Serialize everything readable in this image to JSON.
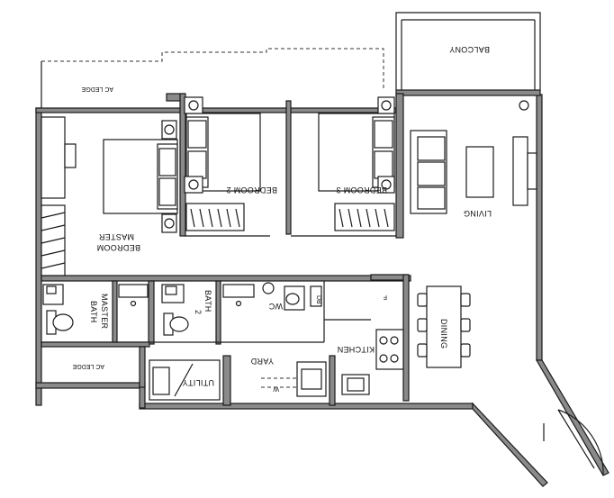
{
  "plan": {
    "rooms": {
      "balcony": "BALCONY",
      "ac_ledge_top": "AC LEDGE",
      "master_bedroom_line1": "MASTER",
      "master_bedroom_line2": "BEDROOM",
      "bedroom2": "BEDROOM 2",
      "bedroom3": "BEDROOM 3",
      "living": "LIVING",
      "dining": "DINING",
      "master_bath_line1": "MASTER",
      "master_bath_line2": "BATH",
      "bath2_line1": "BATH",
      "bath2_line2": "2",
      "wc": "WC",
      "db": "DB",
      "f": "F",
      "kitchen": "KITCHEN",
      "yard": "YARD",
      "utility": "UTILITY",
      "ac_ledge_bottom": "AC LEDGE",
      "w": "W"
    },
    "icons": [
      "door-swing-icon",
      "bed-icon",
      "sofa-icon",
      "dining-table-icon",
      "toilet-icon",
      "basin-icon",
      "stove-icon",
      "sink-icon",
      "wardrobe-icon"
    ]
  }
}
